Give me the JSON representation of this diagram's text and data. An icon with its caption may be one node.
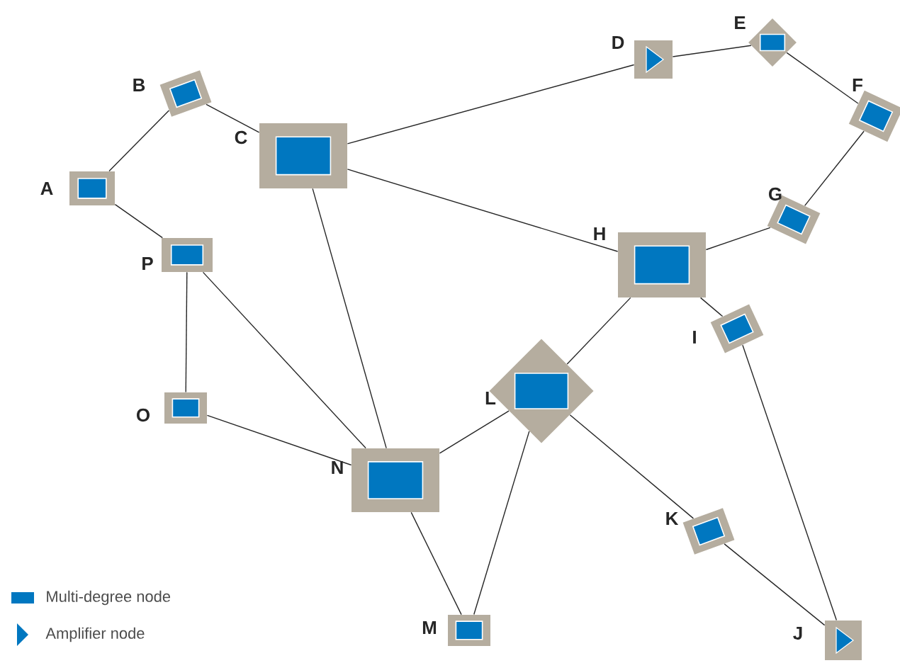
{
  "diagram": {
    "nodes": [
      {
        "text": [
          "A"
        ]
      },
      {
        "text": [
          "B"
        ]
      },
      {
        "text": [
          "C"
        ]
      },
      {
        "text": [
          "D"
        ]
      },
      {
        "text": [
          "E"
        ]
      },
      {
        "text": [
          "F"
        ]
      },
      {
        "text": [
          "G"
        ]
      },
      {
        "text": [
          "H"
        ]
      },
      {
        "text": [
          "I"
        ]
      },
      {
        "text": [
          "J"
        ]
      },
      {
        "text": [
          "K"
        ]
      },
      {
        "text": [
          "L"
        ]
      },
      {
        "text": [
          "M"
        ]
      },
      {
        "text": [
          "N"
        ]
      },
      {
        "text": [
          "O"
        ]
      },
      {
        "text": [
          "P"
        ]
      }
    ],
    "edges": [
      {
        "from": 0,
        "to": 1,
        "arrow": "none"
      },
      {
        "from": 0,
        "to": 15,
        "arrow": "none"
      },
      {
        "from": 1,
        "to": 2,
        "arrow": "none"
      },
      {
        "from": 2,
        "to": 3,
        "arrow": "none"
      },
      {
        "from": 3,
        "to": 4,
        "arrow": "none"
      },
      {
        "from": 4,
        "to": 5,
        "arrow": "none"
      },
      {
        "from": 5,
        "to": 6,
        "arrow": "none"
      },
      {
        "from": 6,
        "to": 7,
        "arrow": "none"
      },
      {
        "from": 2,
        "to": 7,
        "arrow": "none"
      },
      {
        "from": 2,
        "to": 13,
        "arrow": "none"
      },
      {
        "from": 15,
        "to": 14,
        "arrow": "none"
      },
      {
        "from": 15,
        "to": 13,
        "arrow": "none"
      },
      {
        "from": 14,
        "to": 13,
        "arrow": "none"
      },
      {
        "from": 7,
        "to": 8,
        "arrow": "none"
      },
      {
        "from": 7,
        "to": 11,
        "arrow": "none"
      },
      {
        "from": 8,
        "to": 9,
        "arrow": "none"
      },
      {
        "from": 11,
        "to": 13,
        "arrow": "none"
      },
      {
        "from": 11,
        "to": 12,
        "arrow": "none"
      },
      {
        "from": 11,
        "to": 10,
        "arrow": "none"
      },
      {
        "from": 10,
        "to": 9,
        "arrow": "none"
      },
      {
        "from": 13,
        "to": 12,
        "arrow": "none"
      }
    ],
    "legend": [
      {
        "text": "Multi-degree node",
        "color": "#0077c0"
      },
      {
        "text": "Amplifier node"
      }
    ]
  }
}
